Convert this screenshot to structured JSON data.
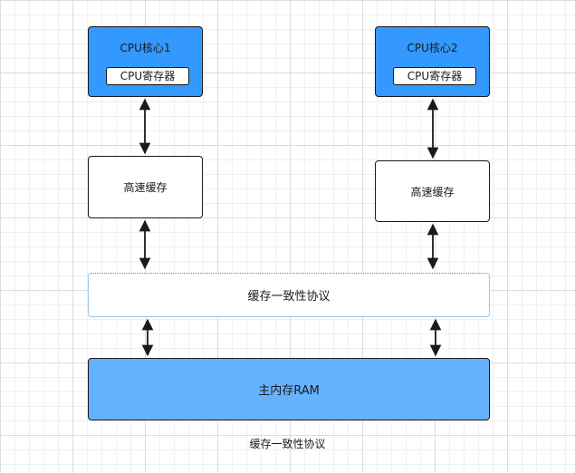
{
  "cpu_cores": [
    {
      "title": "CPU核心1",
      "register": "CPU寄存器"
    },
    {
      "title": "CPU核心2",
      "register": "CPU寄存器"
    }
  ],
  "caches": [
    {
      "label": "高速缓存"
    },
    {
      "label": "高速缓存"
    }
  ],
  "protocol_box": {
    "label": "缓存一致性协议"
  },
  "main_memory": {
    "label": "主内存RAM"
  },
  "caption": "缓存一致性协议",
  "colors": {
    "cpu_fill": "#3399ff",
    "ram_fill": "#66b2ff",
    "protocol_border": "#3a8fd8",
    "stroke": "#1a1a1a"
  }
}
